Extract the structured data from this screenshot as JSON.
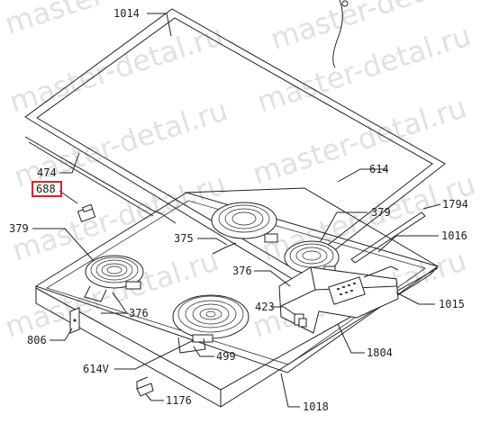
{
  "watermark": "master-detal.ru",
  "highlight_color": "#d0262c",
  "labels": {
    "l1014": "1014",
    "l474": "474",
    "l688": "688",
    "l614": "614",
    "l379a": "379",
    "l379b": "379",
    "l375": "375",
    "l1794": "1794",
    "l1016": "1016",
    "l376a": "376",
    "l376b": "376",
    "l1015": "1015",
    "l423": "423",
    "l806": "806",
    "l499": "499",
    "l1804": "1804",
    "l614v": "614V",
    "l1176": "1176",
    "l1018": "1018"
  }
}
